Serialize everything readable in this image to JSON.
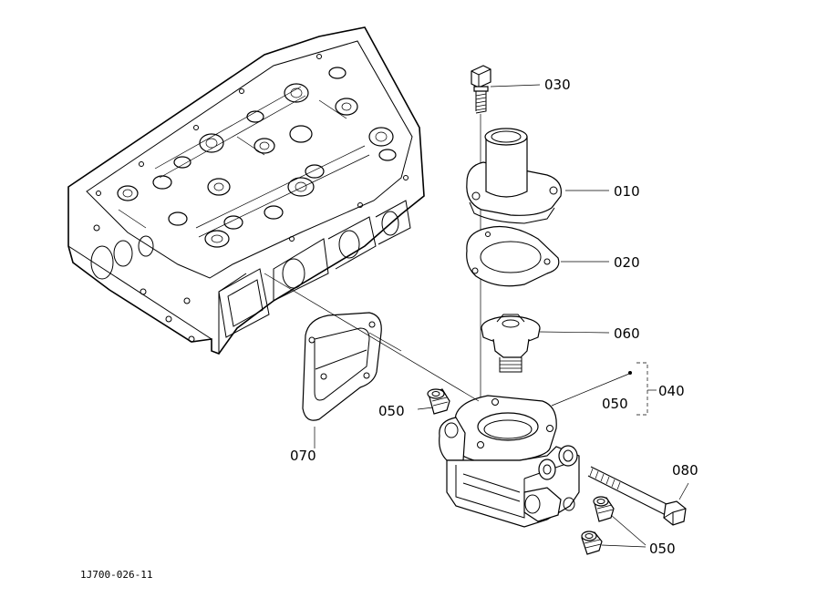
{
  "diagram": {
    "code": "1J700-026-11",
    "labels": {
      "p030": "030",
      "p010": "010",
      "p020": "020",
      "p060": "060",
      "p040": "040",
      "p050_set": "050",
      "p050_left": "050",
      "p070": "070",
      "p080": "080",
      "p050_bottom": "050"
    }
  }
}
